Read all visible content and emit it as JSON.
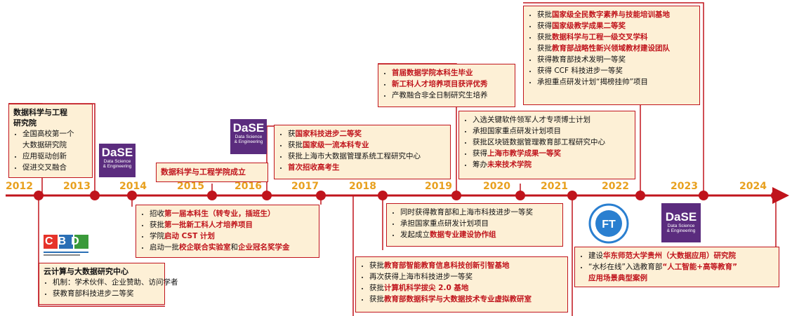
{
  "years": [
    "2012",
    "2013",
    "2014",
    "2015",
    "2016",
    "2017",
    "2018",
    "2019",
    "2020",
    "2021",
    "2022",
    "2023",
    "2024"
  ],
  "colors": {
    "accent": "#c0141c",
    "box_bg": "#fdf0d6",
    "year": "#e8a01e",
    "dase": "#5b2c7e"
  },
  "logos": {
    "dase_a": {
      "big": "DaSE",
      "line1": "Data Science",
      "line2": "& Engineering"
    },
    "dase_b": {
      "big": "DaSE",
      "line1": "Data Science",
      "line2": "& Engineering"
    },
    "dase_c": {
      "big": "DaSE",
      "line1": "Data Science",
      "line2": "& Engineering"
    },
    "cbd": {
      "text": "CBD"
    }
  },
  "b2012": {
    "title1": "数据科学与工程",
    "title2": "研究院",
    "items": [
      "全国高校第一个",
      "大数据研究院",
      "应用驱动创新",
      "促进交叉融合"
    ]
  },
  "b2012_bottom": {
    "title": "云计算与大数据研究中心",
    "items": [
      "机制：学术伙伴、企业赞助、访问学者",
      "获教育部科技进步二等奖"
    ]
  },
  "b2015": {
    "text": "数据科学与工程学院成立"
  },
  "b2014": {
    "i1_pre": "招收",
    "i1_red": "第一届本科生",
    "i1_post": "（转专业，插班生）",
    "i2_pre": "获批",
    "i2_red": "第一批新工科人才培养项目",
    "i3_pre": "学院",
    "i3_red": "启动 CST 计划",
    "i4_pre": "启动一批",
    "i4_red1": "校企联合实验室",
    "i4_mid": "和",
    "i4_red2": "企业冠名奖学金"
  },
  "b2017": {
    "i1_pre": "获",
    "i1_red": "国家科技进步二等奖",
    "i2_pre": "获批",
    "i2_red": "国家级一流本科专业",
    "i3": "获批上海市大数据管理系统工程研究中心",
    "i4_red": "首次招收高考生"
  },
  "b2018": {
    "i1_pre": "获批",
    "i1_red": "教育部智能教育信息科技创新引智基地",
    "i2": "再次获得上海市科技进步一等奖",
    "i3_pre": "获批",
    "i3_red": "计算机科学拔尖 2.0 基地",
    "i4_pre": "获批",
    "i4_red": "教育部数据科学与大数据技术专业虚拟教研室"
  },
  "b2019_top": {
    "i1_red": "首届数据学院本科生毕业",
    "i2_red": "新工科人才培养项目获评优秀",
    "i3": "产教融合非全日制研究生培养"
  },
  "b2019_bottom": {
    "i1": "同时获得教育部和上海市科技进步一等奖",
    "i2": "承担国家重点研发计划项目",
    "i3_pre": "发起成立",
    "i3_red": "数据专业建设协作组"
  },
  "b2020": {
    "i1": "入选关键软件领军人才专项博士计划",
    "i2": "承担国家重点研发计划项目",
    "i3": "获批区块链数据管理教育部工程研究中心",
    "i4_pre": "获得",
    "i4_red": "上海市教学成果一等奖",
    "i5_pre": "筹办",
    "i5_red": "未来技术学院"
  },
  "b2022": {
    "i1_pre": "获批",
    "i1_red": "国家级全民数字素养与技能培训基地",
    "i2_pre": "获得",
    "i2_red": "国家级教学成果二等奖",
    "i3_pre": "获批",
    "i3_red": "数据科学与工程一级交叉学科",
    "i4_pre": "获批",
    "i4_red": "教育部战略性新兴领域教材建设团队",
    "i5": "获得教育部技术发明一等奖",
    "i6": "获得 CCF 科技进步一等奖",
    "i7": "承担重点研发计划“揭榜挂帅”项目"
  },
  "b2023": {
    "i1_pre": "建设",
    "i1_red": "华东师范大学贵州（大数据应用）研究院",
    "i2_pre": "“水杉在线”入选教育部",
    "i2_red1": "“人工智能+高等教育”",
    "i2_red2": "应用场景典型案例"
  }
}
